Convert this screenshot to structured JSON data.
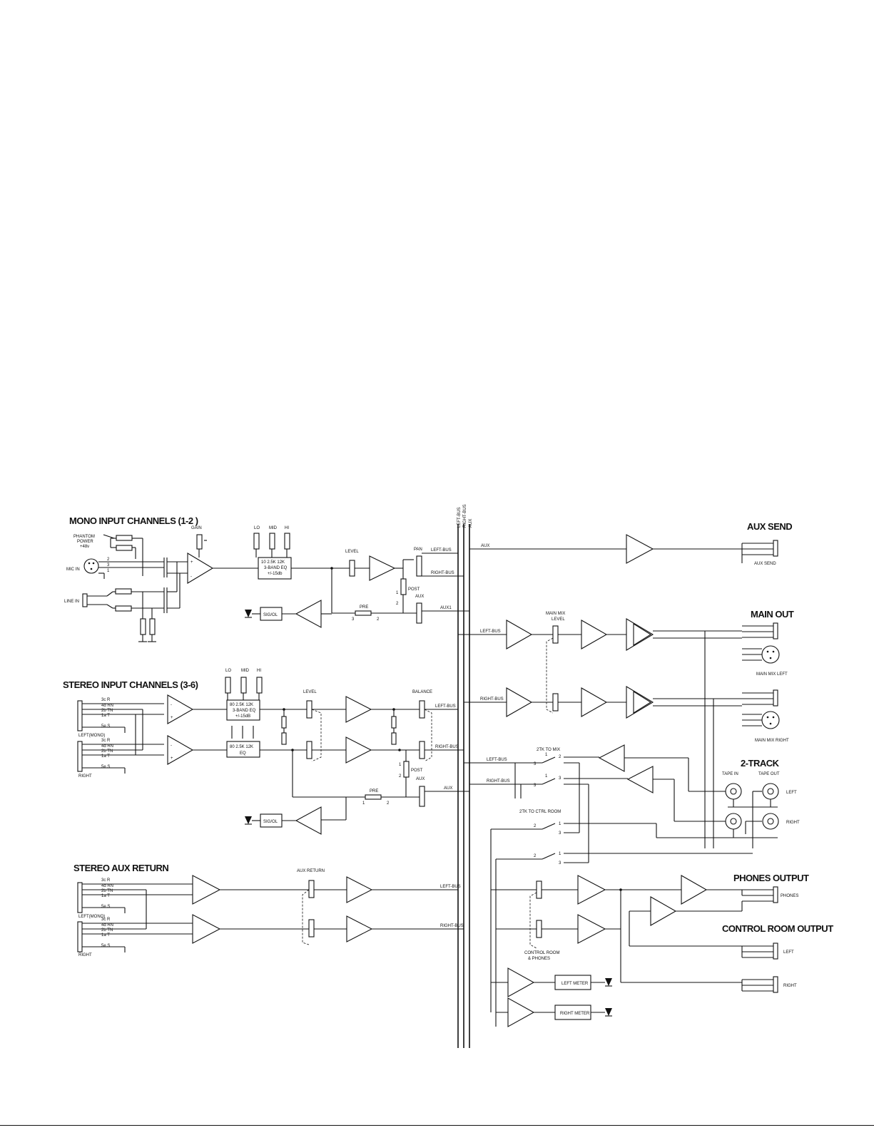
{
  "sections": {
    "mono": "MONO INPUT CHANNELS (1-2 )",
    "stereo": "STEREO INPUT CHANNELS (3-6)",
    "aux_return": "STEREO AUX RETURN",
    "aux_send": "AUX SEND",
    "main_out": "MAIN OUT",
    "two_track": "2-TRACK",
    "phones_out": "PHONES OUTPUT",
    "ctrl_room_out": "CONTROL ROOM OUTPUT"
  },
  "bus": {
    "left": "LEFT-BUS",
    "right": "RIGHT-BUS",
    "aux": "AUX"
  },
  "mono": {
    "phantom1": "PHANTOM",
    "phantom2": "POWER",
    "phantom3": "+48v",
    "mic_in": "MIC IN",
    "line_in": "LINE IN",
    "gain": "GAIN",
    "lo": "LO",
    "mid": "MID",
    "hi": "HI",
    "eq1": "10  2.5K  12K",
    "eq2": "3-BAND EQ",
    "eq3": "+/-15db",
    "level": "LEVEL",
    "pan": "PAN",
    "post": "POST",
    "aux_label": "AUX",
    "aux1": "AUX1",
    "pre": "PRE",
    "sig_ol": "SIG/OL",
    "left_bus": "LEFT-BUS",
    "right_bus": "RIGHT-BUS",
    "pin2": "2",
    "pin3": "3",
    "pin1": "1",
    "aux_out": "AUX"
  },
  "stereo": {
    "lo": "LO",
    "mid": "MID",
    "hi": "HI",
    "eq1": "80  2.5K  12K",
    "eq2": "3-BAND EQ",
    "eq3": "+/-15dB",
    "eq_r1": "80  2.5K  12K",
    "eq_r2": "EQ",
    "level": "LEVEL",
    "balance": "BALANCE",
    "post": "POST",
    "aux_label": "AUX",
    "pre": "PRE",
    "sig_ol": "SIG/OL",
    "left_bus": "LEFT-BUS",
    "right_bus": "RIGHT-BUS",
    "aux_out": "AUX",
    "j1": [
      "3c R",
      "4d RN",
      "2b TN",
      "1a T",
      "5e S"
    ],
    "left_mono": "LEFT(MONO)",
    "right": "RIGHT"
  },
  "aux_return": {
    "label": "AUX RETURN",
    "left_bus": "LEFT-BUS",
    "right_bus": "RIGHT-BUS",
    "j1": [
      "3c R",
      "4d RN",
      "2b TN",
      "1a T",
      "5e S"
    ],
    "left_mono": "LEFT(MONO)",
    "right": "RIGHT"
  },
  "outputs": {
    "aux_send_jack": "AUX SEND",
    "main_mix_level1": "MAIN MIX",
    "main_mix_level2": "LEVEL",
    "main_left": "MAIN MIX LEFT",
    "main_right": "MAIN MIX RIGHT",
    "left_bus": "LEFT-BUS",
    "right_bus": "RIGHT-BUS",
    "tk_to_mix": "2TK TO MIX",
    "tk_to_ctrl": "2TK TO CTRL ROOM",
    "tape_in": "TAPE IN",
    "tape_out": "TAPE OUT",
    "left": "LEFT",
    "right": "RIGHT",
    "ctrl_room1": "CONTROL ROOM",
    "ctrl_room2": "& PHONES",
    "phones": "PHONES",
    "left_meter": "LEFT METER",
    "right_meter": "RIGHT METER",
    "cr_left": "LEFT",
    "cr_right": "RIGHT"
  }
}
